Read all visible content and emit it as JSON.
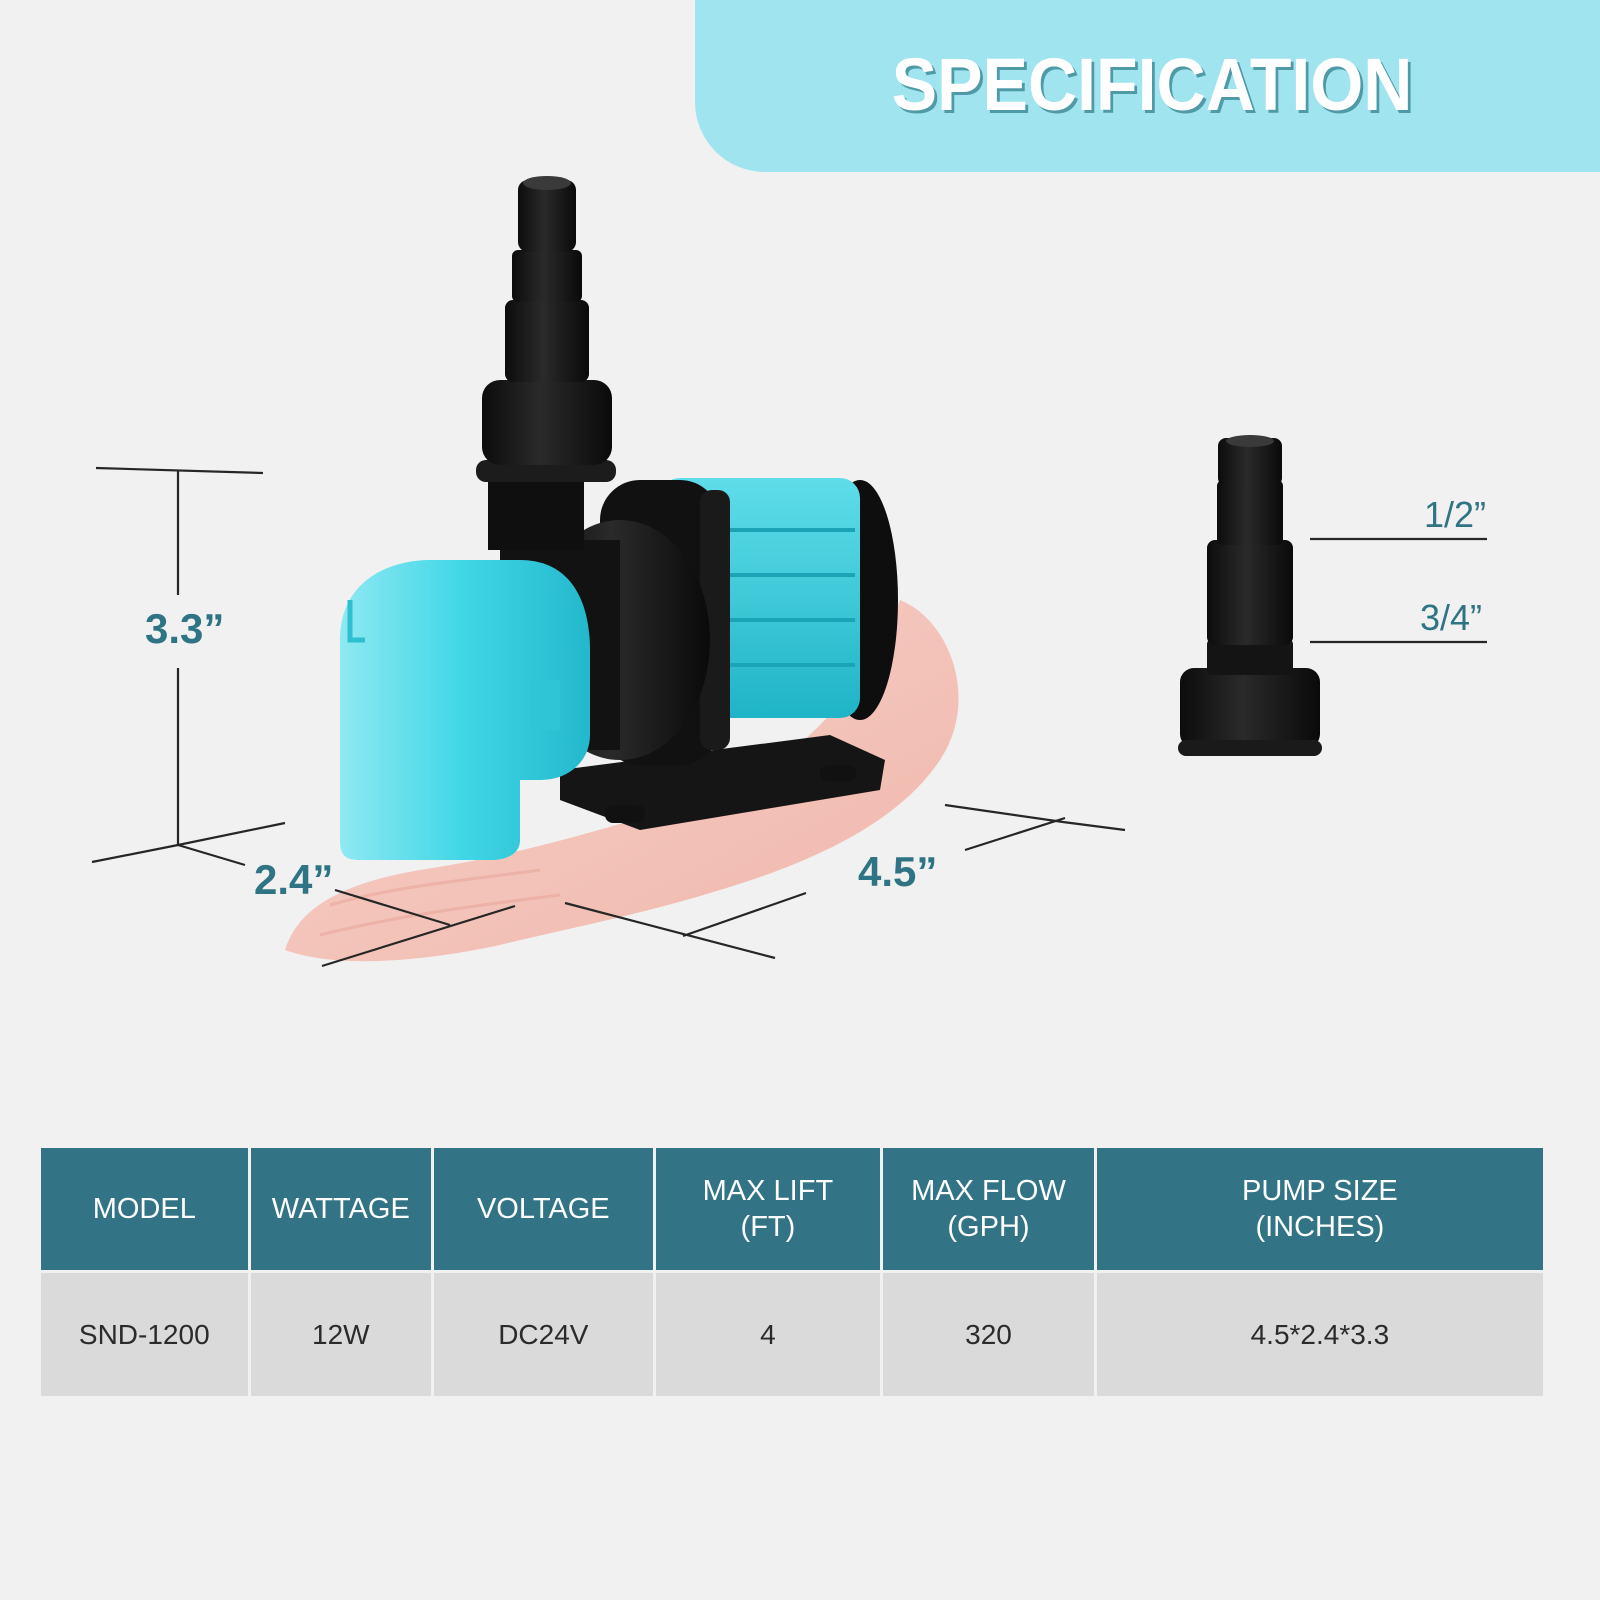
{
  "banner": {
    "title": "SPECIFICATION",
    "background": "#a0e4ef",
    "text_color": "#ffffff",
    "shadow_color": "#4e9aa6"
  },
  "dimensions": {
    "height": "3.3”",
    "width": "2.4”",
    "length": "4.5”",
    "label_color": "#2f7485"
  },
  "fitting": {
    "sizes": [
      "1/2”",
      "3/4”"
    ]
  },
  "product": {
    "body_color": "#3fd6e6",
    "accent_color": "#111111"
  },
  "table": {
    "header_bg": "#327485",
    "row_bg": "#dadada",
    "columns": [
      {
        "lines": [
          "MODEL"
        ]
      },
      {
        "lines": [
          "WATTAGE"
        ]
      },
      {
        "lines": [
          "VOLTAGE"
        ]
      },
      {
        "lines": [
          "MAX LIFT",
          "(FT)"
        ]
      },
      {
        "lines": [
          "MAX FLOW",
          "(GPH)"
        ]
      },
      {
        "lines": [
          "PUMP SIZE",
          "(INCHES)"
        ]
      }
    ],
    "rows": [
      [
        "SND-1200",
        "12W",
        "DC24V",
        "4",
        "320",
        "4.5*2.4*3.3"
      ]
    ]
  }
}
